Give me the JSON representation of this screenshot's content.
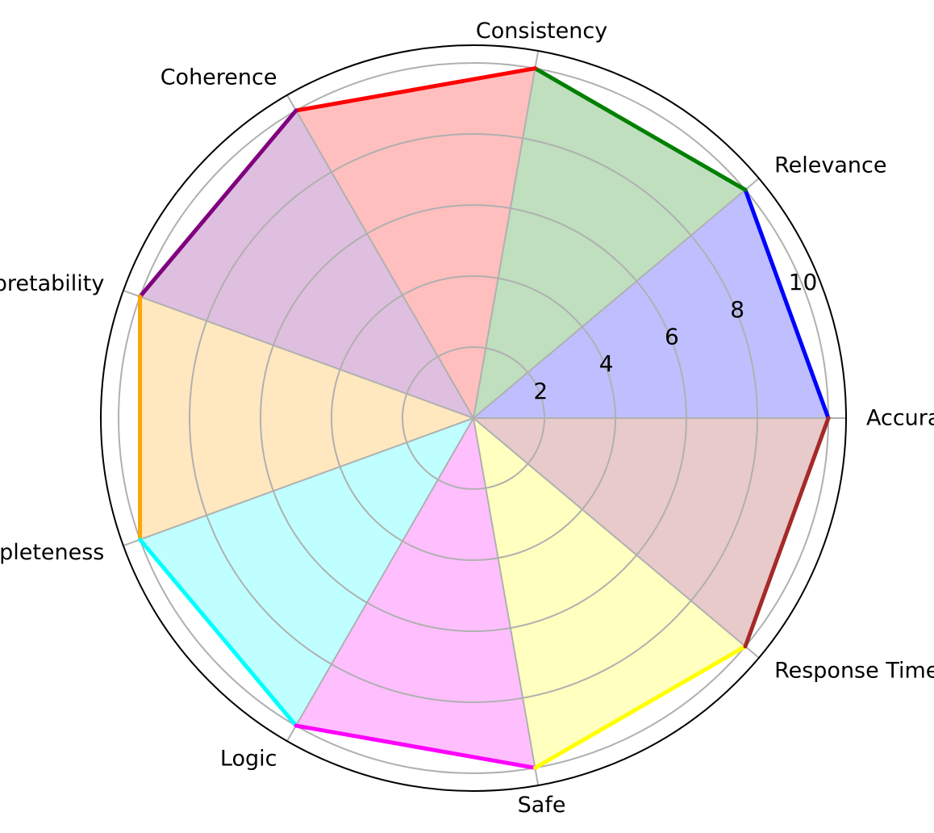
{
  "chart_data": {
    "type": "radar",
    "categories": [
      "Accuracy",
      "Relevance",
      "Consistency",
      "Coherence",
      "Interpretability",
      "Completeness",
      "Logic",
      "Safe",
      "Response Time"
    ],
    "values": [
      10,
      10,
      10,
      10,
      10,
      10,
      10,
      10,
      10
    ],
    "segment_colors": [
      "#0000ff",
      "#008000",
      "#ff0000",
      "#800080",
      "#ffa500",
      "#00ffff",
      "#ff00ff",
      "#ffff00",
      "#a52a2a"
    ],
    "radial_ticks": [
      "2",
      "4",
      "6",
      "8",
      "10"
    ],
    "radial_tick_values": [
      2,
      4,
      6,
      8,
      10
    ],
    "rlim": [
      0,
      10.5
    ],
    "grid": true
  }
}
